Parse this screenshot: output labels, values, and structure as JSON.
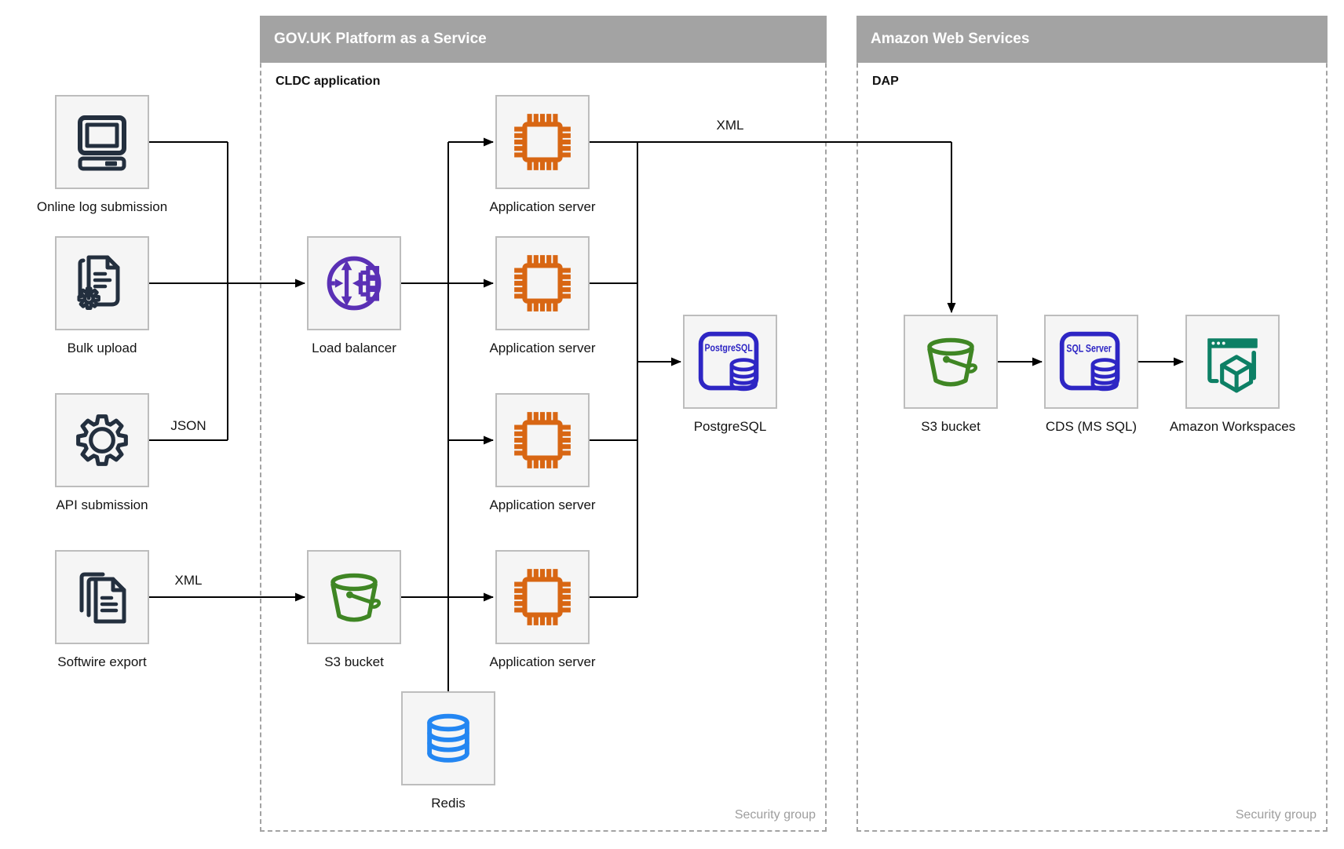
{
  "colors": {
    "navy": "#232F3E",
    "orange": "#D86613",
    "purple": "#5A30B5",
    "green": "#3F8624",
    "blue": "#2386F2",
    "indigo": "#2E26C4",
    "teal": "#0D8065",
    "header": "#A3A3A3",
    "border": "#A3A3A3",
    "boxfill": "#F5F5F5",
    "boxborder": "#BDBDBD",
    "line": "#000000",
    "label": "#141414",
    "muted": "#9E9E9E"
  },
  "paas": {
    "title": "GOV.UK Platform as a Service",
    "sublabel": "CLDC application",
    "footer": "Security group"
  },
  "aws": {
    "title": "Amazon Web Services",
    "sublabel": "DAP",
    "footer": "Security group"
  },
  "nodes": {
    "online_log": {
      "label": "Online log submission"
    },
    "bulk_upload": {
      "label": "Bulk upload"
    },
    "api_submission": {
      "label": "API submission"
    },
    "softwire_export": {
      "label": "Softwire export"
    },
    "load_balancer": {
      "label": "Load balancer"
    },
    "s3_paas": {
      "label": "S3 bucket"
    },
    "redis": {
      "label": "Redis"
    },
    "app_server_1": {
      "label": "Application server"
    },
    "app_server_2": {
      "label": "Application server"
    },
    "app_server_3": {
      "label": "Application server"
    },
    "app_server_4": {
      "label": "Application server"
    },
    "postgresql": {
      "label": "PostgreSQL",
      "icon_text": "PostgreSQL"
    },
    "s3_aws": {
      "label": "S3 bucket"
    },
    "cds": {
      "label": "CDS (MS SQL)",
      "icon_text": "SQL Server"
    },
    "workspaces": {
      "label": "Amazon Workspaces"
    }
  },
  "edge_labels": {
    "json": "JSON",
    "xml_export": "XML",
    "xml_transfer": "XML"
  }
}
